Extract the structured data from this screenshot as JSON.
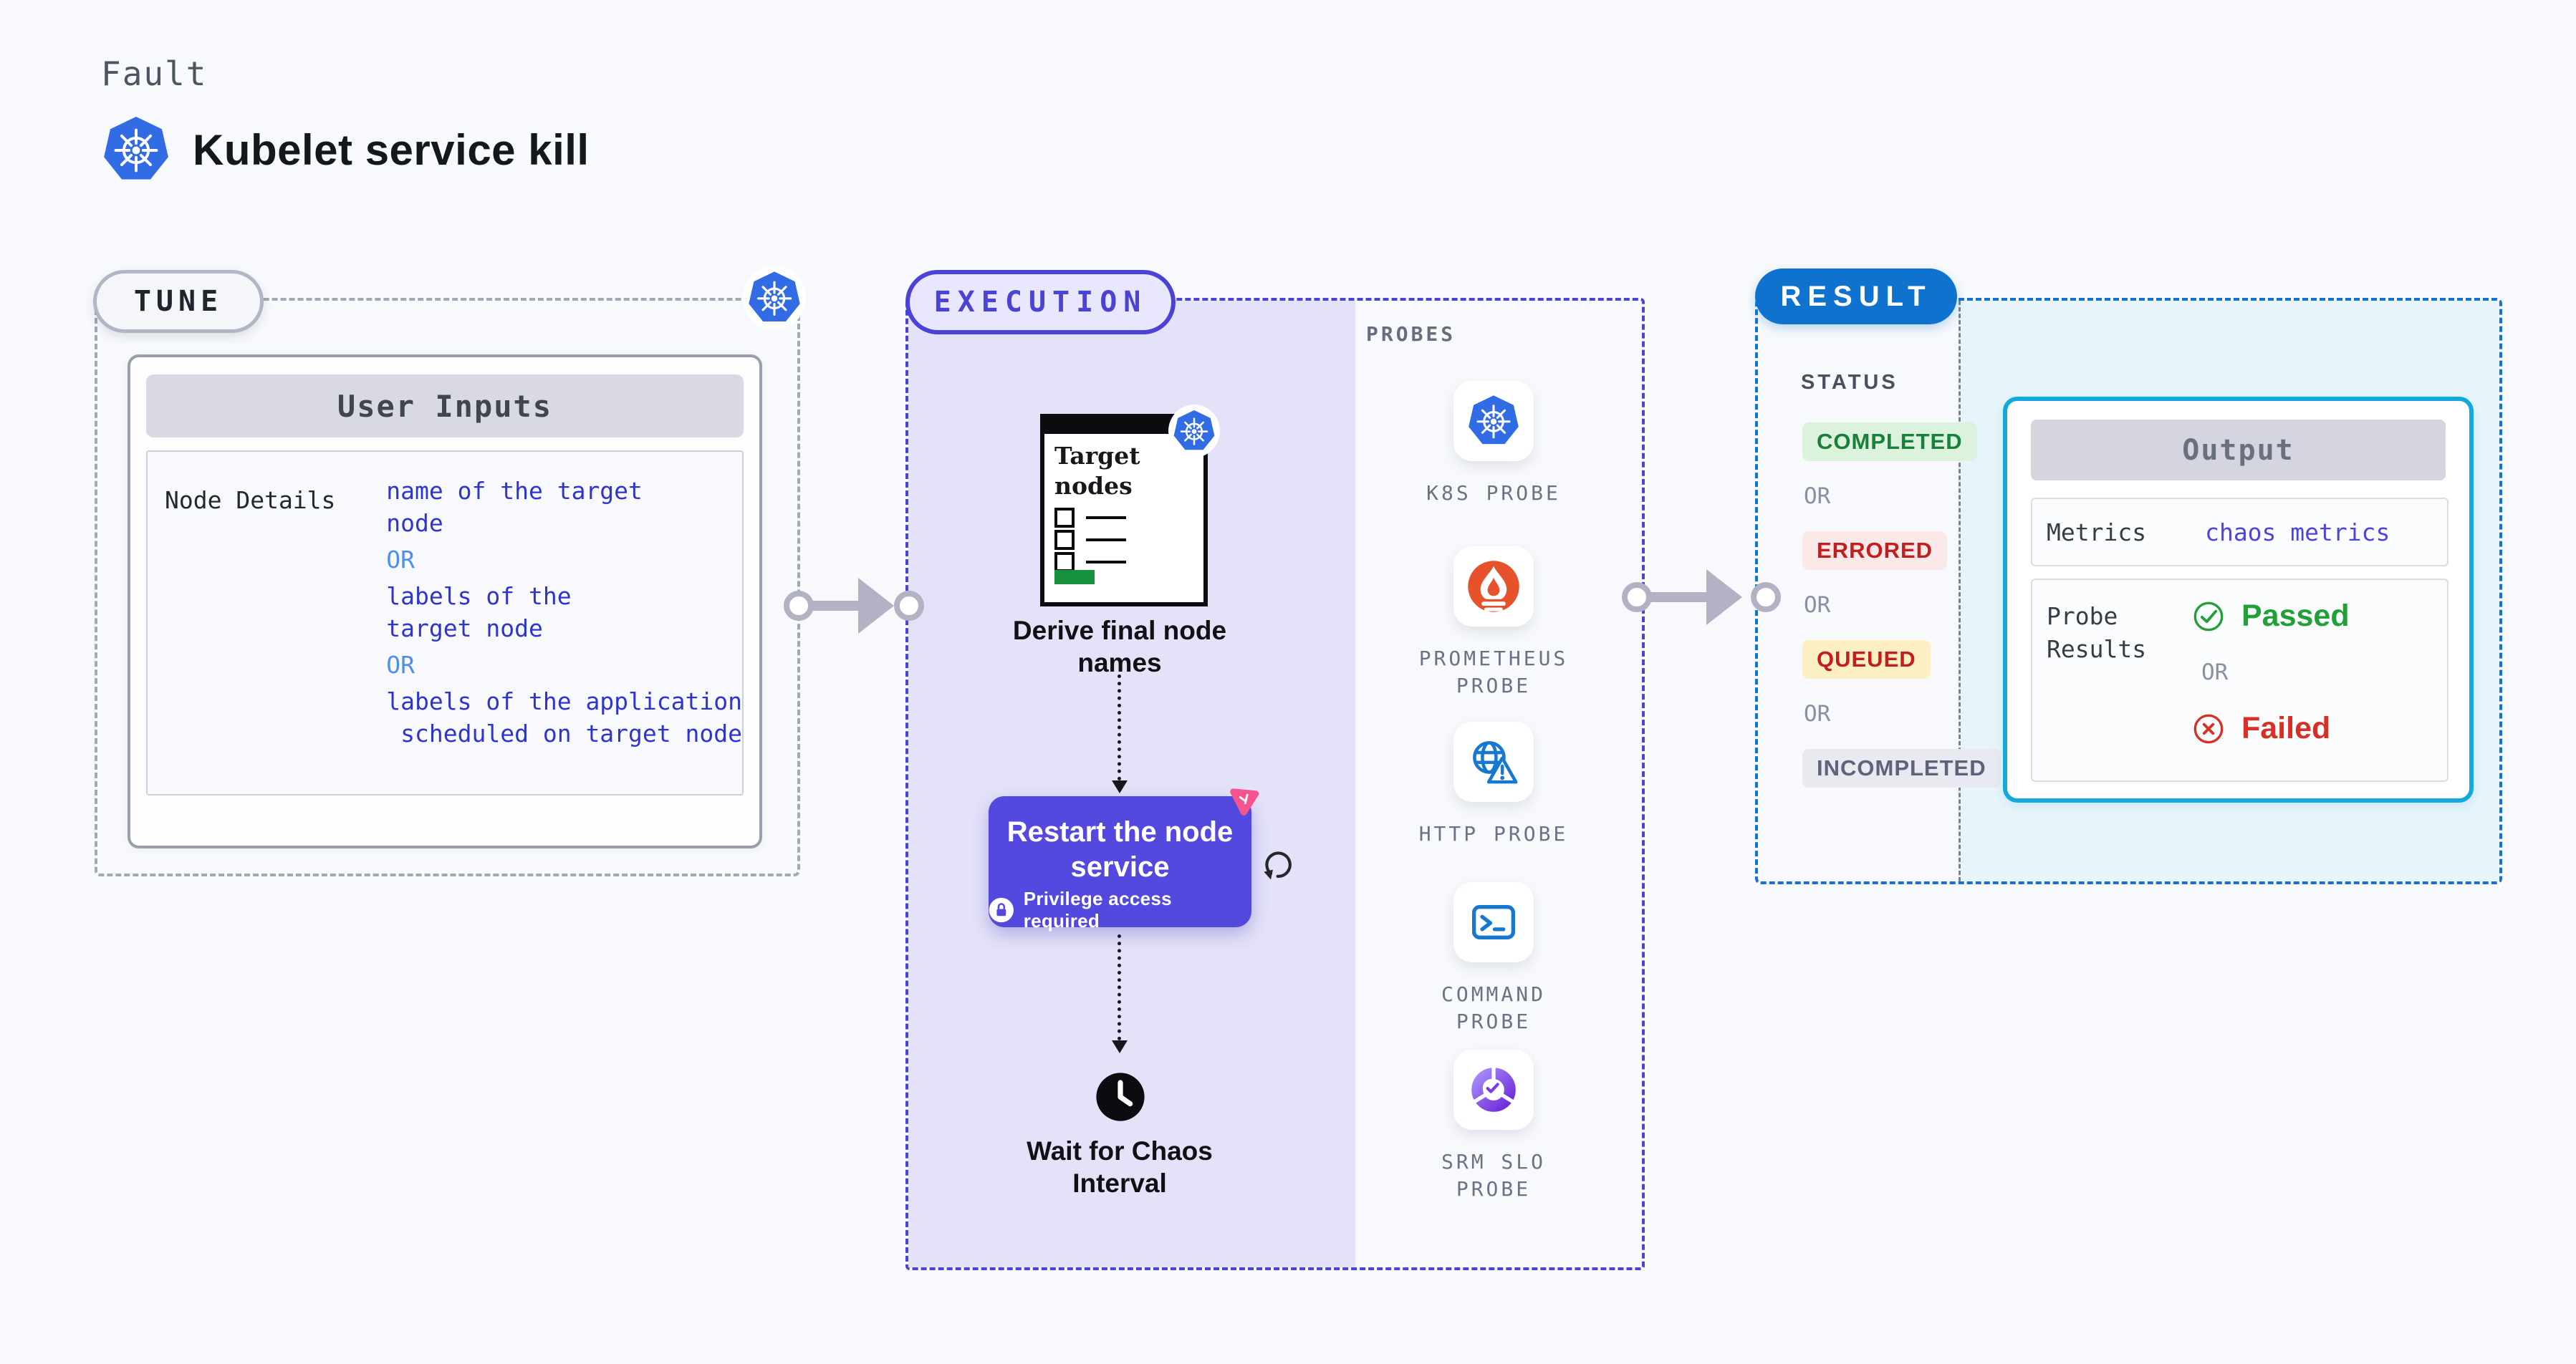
{
  "header": {
    "kind_label": "Fault",
    "title": "Kubelet service kill"
  },
  "tune": {
    "badge": "TUNE",
    "panel": {
      "header": "User Inputs",
      "row_label": "Node Details",
      "value_segments": [
        {
          "kind": "value",
          "text": "name of the target\nnode"
        },
        {
          "kind": "or",
          "text": "OR"
        },
        {
          "kind": "value",
          "text": "labels of the\ntarget node"
        },
        {
          "kind": "or",
          "text": "OR"
        },
        {
          "kind": "value",
          "text": "labels of the application\n scheduled on target node"
        }
      ]
    }
  },
  "execution": {
    "badge": "EXECUTION",
    "target_doc_title": "Target\nnodes",
    "step1_caption": "Derive final node\nnames",
    "restart_card": {
      "title": "Restart the node\nservice",
      "note": "Privilege access required"
    },
    "step3_caption": "Wait for Chaos\nInterval"
  },
  "probes": {
    "label": "PROBES",
    "items": [
      {
        "icon": "k8s",
        "label": "K8S PROBE"
      },
      {
        "icon": "prometheus",
        "label": "PROMETHEUS\nPROBE"
      },
      {
        "icon": "http",
        "label": "HTTP PROBE"
      },
      {
        "icon": "command",
        "label": "COMMAND\nPROBE"
      },
      {
        "icon": "srm",
        "label": "SRM SLO\nPROBE"
      }
    ]
  },
  "result": {
    "badge": "RESULT",
    "status_label": "STATUS",
    "or_label": "OR",
    "statuses": [
      {
        "kind": "completed",
        "label": "COMPLETED"
      },
      {
        "kind": "errored",
        "label": "ERRORED"
      },
      {
        "kind": "queued",
        "label": "QUEUED"
      },
      {
        "kind": "incompleted",
        "label": "INCOMPLETED"
      }
    ],
    "output": {
      "header": "Output",
      "metrics_label": "Metrics",
      "metrics_value": "chaos metrics",
      "probe_results_label": "Probe\nResults",
      "passed_label": "Passed",
      "or_label": "OR",
      "failed_label": "Failed"
    }
  },
  "colors": {
    "background": "#F7F9FC",
    "k8s_blue": "#326CE5",
    "indigo": "#4A43D6",
    "lavender": "#E4E2F8",
    "card_indigo": "#5349DE",
    "result_blue": "#0E72CE",
    "result_bg": "#E7F5FB",
    "cyan_border": "#14A9DC",
    "value_blue": "#2E35CE",
    "or_blue": "#4E8EF0",
    "green": "#188038",
    "green_bg": "#DBF2DD",
    "red": "#C11E1E",
    "red_bg": "#FBE9E9",
    "yellow_bg": "#FCEFC4",
    "neutral_bg": "#E8E9F1",
    "neutral_text": "#5D6378",
    "passed_green": "#21A038",
    "failed_red": "#D93025",
    "arrow_grey": "#B2B2C4",
    "prometheus_orange": "#E6522C",
    "probe_blue": "#1778D1",
    "srm_purple": "#7C3AED",
    "pink": "#F7538C"
  }
}
